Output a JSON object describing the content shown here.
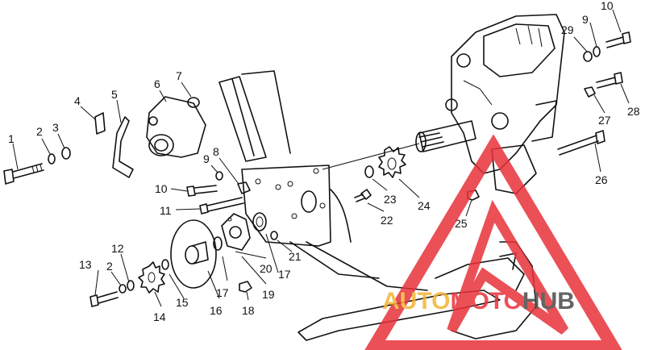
{
  "callouts": [
    {
      "id": "c1",
      "label": "1"
    },
    {
      "id": "c2a",
      "label": "2"
    },
    {
      "id": "c3",
      "label": "3"
    },
    {
      "id": "c4",
      "label": "4"
    },
    {
      "id": "c5",
      "label": "5"
    },
    {
      "id": "c6",
      "label": "6"
    },
    {
      "id": "c7",
      "label": "7"
    },
    {
      "id": "c8",
      "label": "8"
    },
    {
      "id": "c9a",
      "label": "9"
    },
    {
      "id": "c9b",
      "label": "9"
    },
    {
      "id": "c10a",
      "label": "10"
    },
    {
      "id": "c10b",
      "label": "10"
    },
    {
      "id": "c11",
      "label": "11"
    },
    {
      "id": "c12",
      "label": "12"
    },
    {
      "id": "c13",
      "label": "13"
    },
    {
      "id": "c2b",
      "label": "2"
    },
    {
      "id": "c14",
      "label": "14"
    },
    {
      "id": "c15",
      "label": "15"
    },
    {
      "id": "c16",
      "label": "16"
    },
    {
      "id": "c17a",
      "label": "17"
    },
    {
      "id": "c17b",
      "label": "17"
    },
    {
      "id": "c18",
      "label": "18"
    },
    {
      "id": "c19",
      "label": "19"
    },
    {
      "id": "c20",
      "label": "20"
    },
    {
      "id": "c21",
      "label": "21"
    },
    {
      "id": "c22",
      "label": "22"
    },
    {
      "id": "c23",
      "label": "23"
    },
    {
      "id": "c24",
      "label": "24"
    },
    {
      "id": "c25",
      "label": "25"
    },
    {
      "id": "c26",
      "label": "26"
    },
    {
      "id": "c27",
      "label": "27"
    },
    {
      "id": "c28",
      "label": "28"
    },
    {
      "id": "c29",
      "label": "29"
    }
  ],
  "watermark": {
    "part1": "AUTO",
    "part2": "MOTO",
    "part3": "HUB",
    "color_triangle": "#e8323a",
    "color_auto": "#f3b434",
    "color_moto": "#e8323a",
    "color_hub": "#4a4a4a"
  }
}
